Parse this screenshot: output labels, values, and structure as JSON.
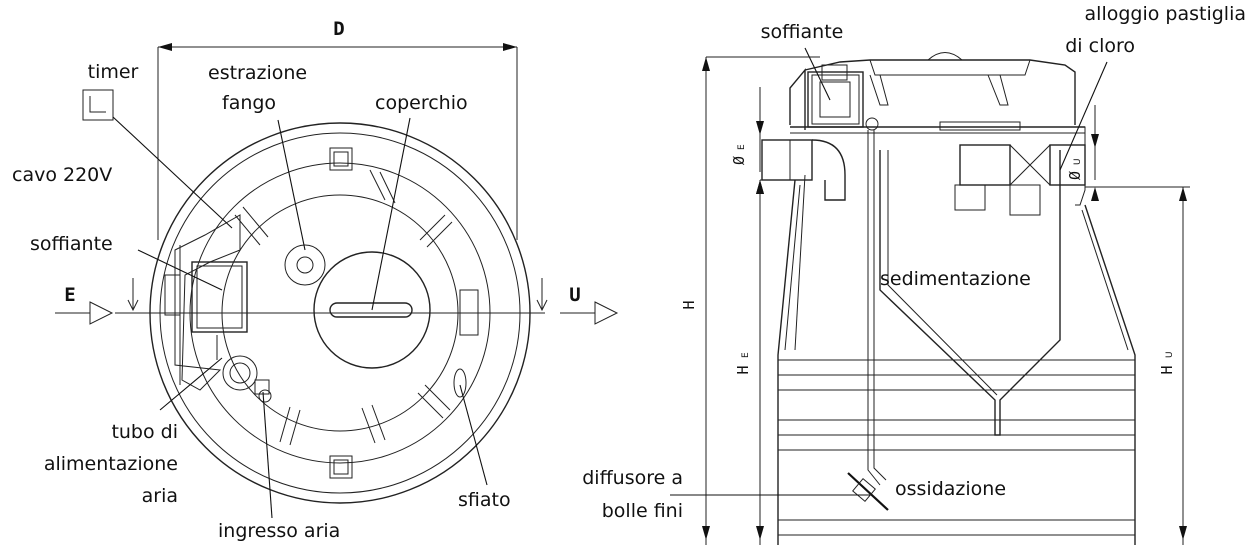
{
  "top_view": {
    "dimension_D": "D",
    "inlet": "E",
    "outlet": "U",
    "labels": {
      "timer": "timer",
      "cavo": "cavo 220V",
      "soffiante": "soffiante",
      "estrazione_1": "estrazione",
      "estrazione_2": "fango",
      "coperchio": "coperchio",
      "tubo_1": "tubo di",
      "tubo_2": "alimentazione",
      "tubo_3": "aria",
      "ingresso": "ingresso aria",
      "sfiato": "sfiato"
    }
  },
  "side_view": {
    "dimension_H": "H",
    "dimension_HE": "H",
    "dimension_HE_sub": "E",
    "dimension_HU": "H",
    "dimension_HU_sub": "U",
    "dimension_OE": "Ø",
    "dimension_OE_sub": "E",
    "dimension_OU": "Ø",
    "dimension_OU_sub": "U",
    "labels": {
      "soffiante": "soffiante",
      "alloggio_1": "alloggio pastiglia",
      "alloggio_2": "di cloro",
      "sedimentazione": "sedimentazione",
      "diffusore_1": "diffusore a",
      "diffusore_2": "bolle fini",
      "ossidazione": "ossidazione"
    }
  }
}
